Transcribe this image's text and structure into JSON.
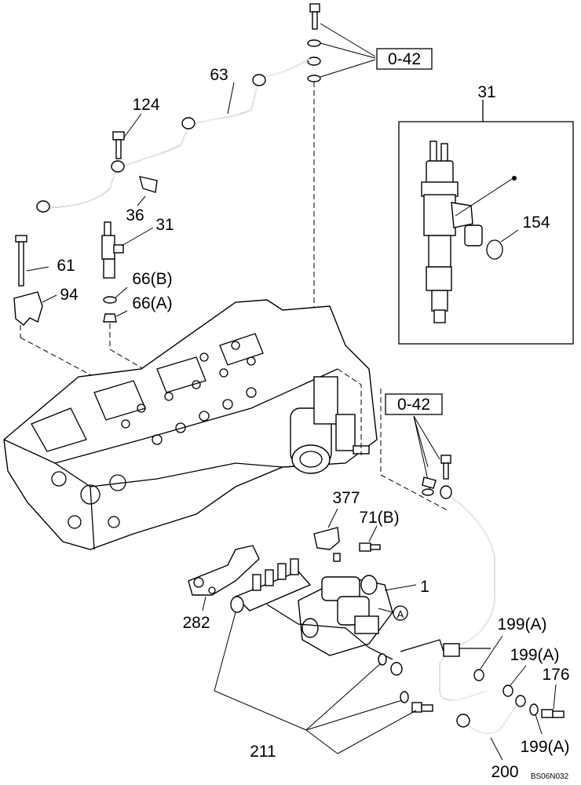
{
  "callouts": {
    "ref_top": "0-42",
    "ref_mid": "0-42",
    "c31_box": "31",
    "c154": "154",
    "c63": "63",
    "c124": "124",
    "c36": "36",
    "c31": "31",
    "c61": "61",
    "c94": "94",
    "c66b": "66(B)",
    "c66a": "66(A)",
    "c377": "377",
    "c71b": "71(B)",
    "c1": "1",
    "cA": "A",
    "c282": "282",
    "c199a_1": "199(A)",
    "c199a_2": "199(A)",
    "c176": "176",
    "c199a_3": "199(A)",
    "c211": "211",
    "c200": "200",
    "code": "BS06N032"
  }
}
